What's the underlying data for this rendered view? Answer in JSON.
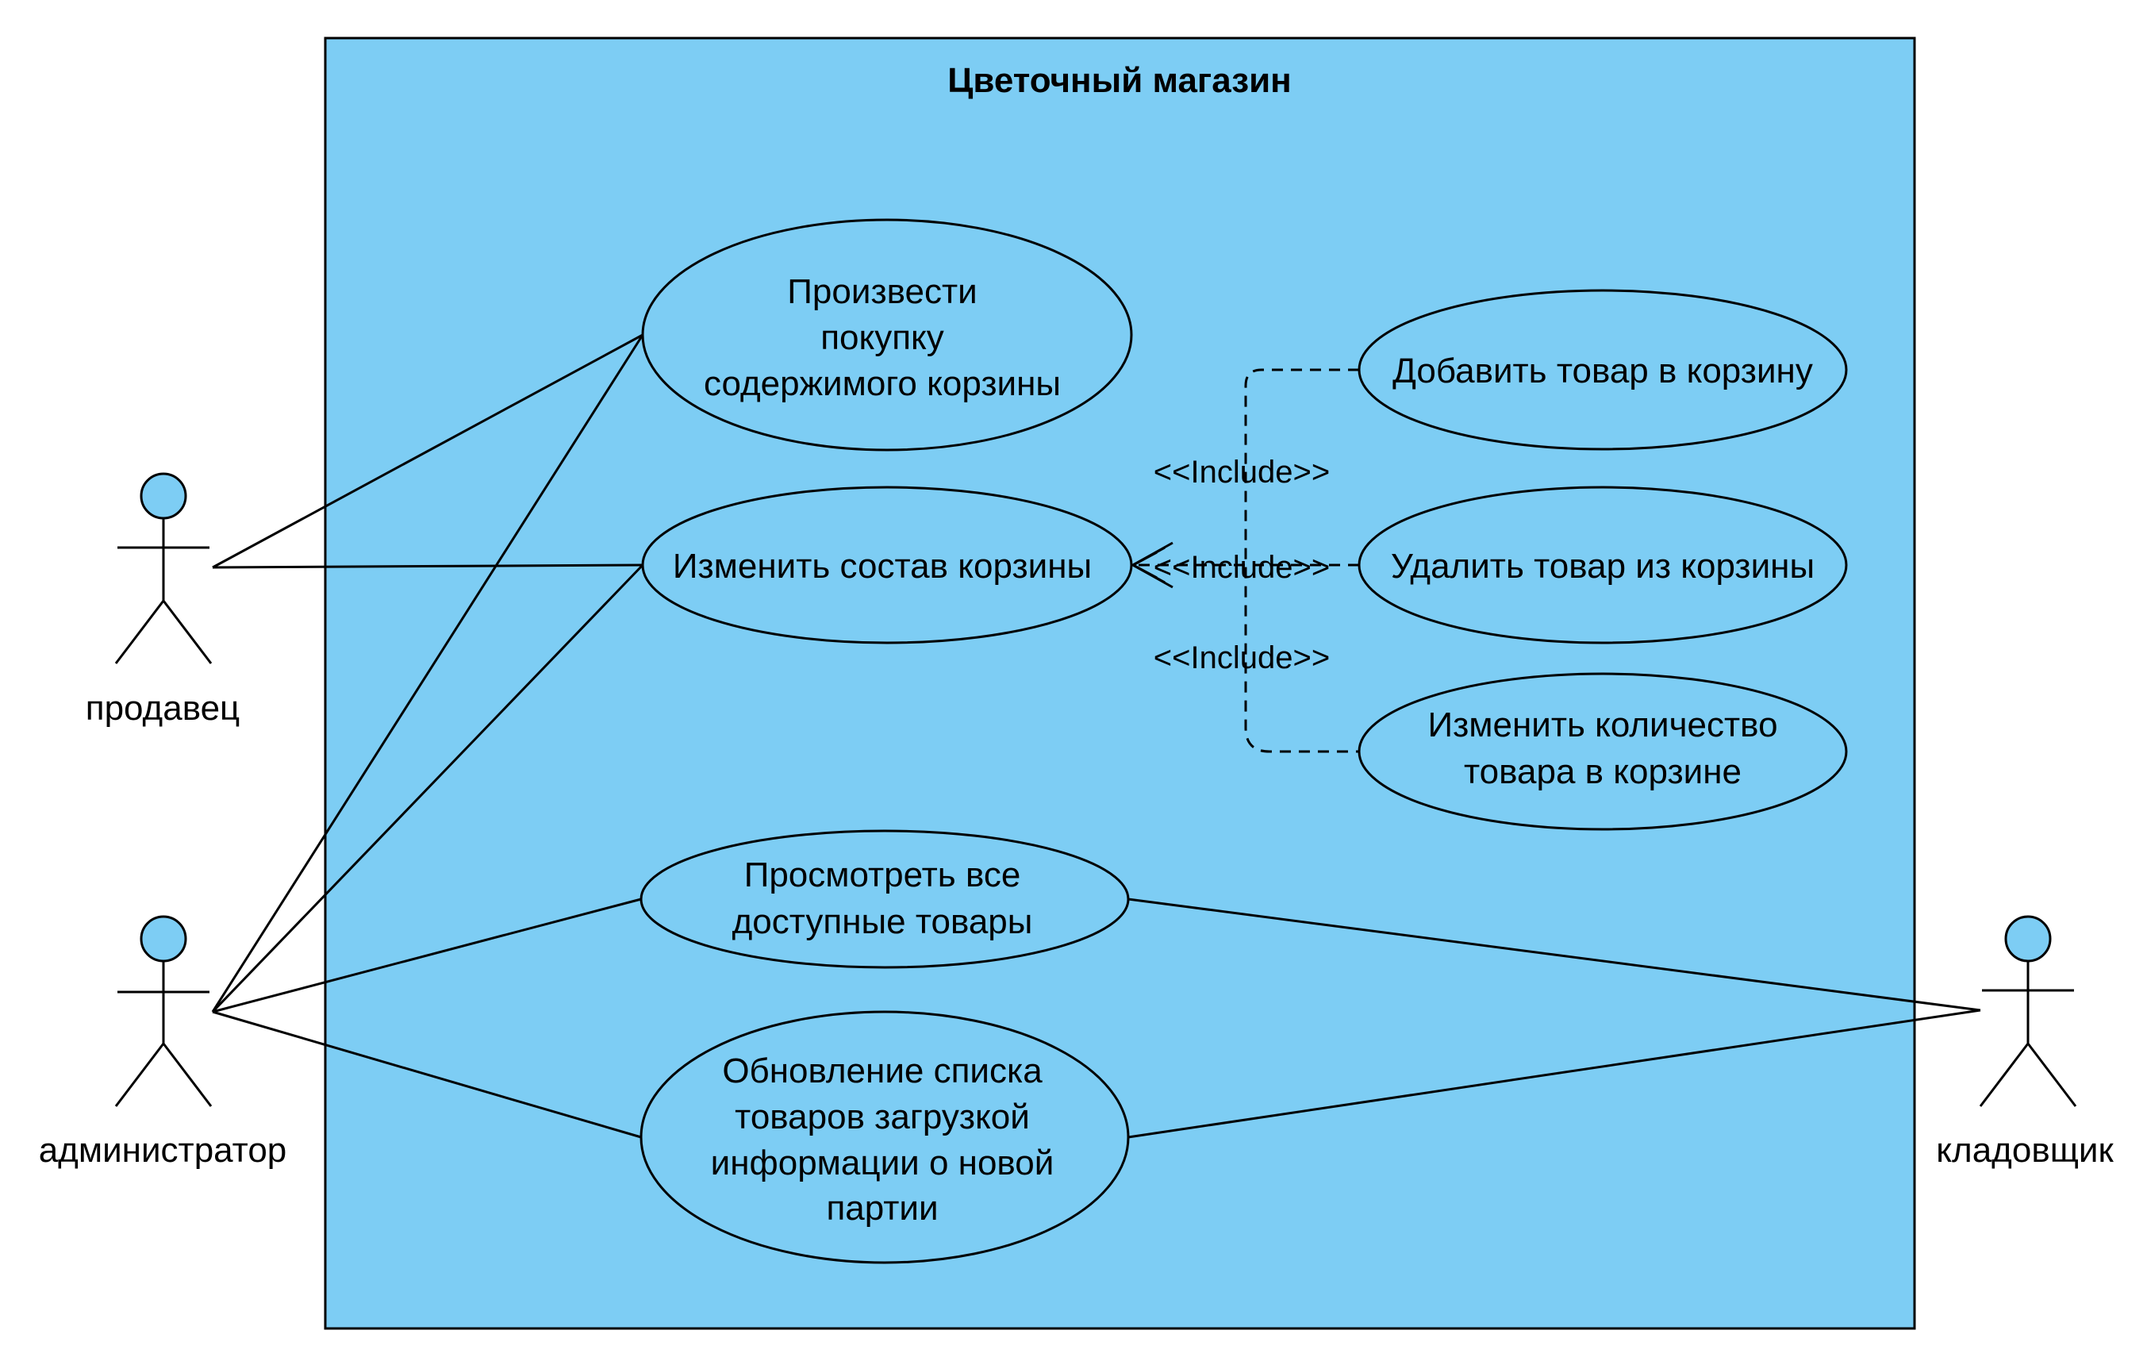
{
  "diagram": {
    "system_title": "Цветочный магазин",
    "colors": {
      "system_fill": "#7dcdf4",
      "usecase_fill": "#7dcdf4",
      "actor_head_fill": "#7dcdf4",
      "line": "#000000"
    },
    "actors": {
      "seller": "продавец",
      "admin": "администратор",
      "storekeeper": "кладовщик"
    },
    "use_cases": {
      "purchase": [
        "Произвести",
        "покупку",
        "содержимого корзины"
      ],
      "change_cart": [
        "Изменить состав корзины"
      ],
      "add_item": [
        "Добавить товар в корзину"
      ],
      "remove_item": [
        "Удалить товар из корзины"
      ],
      "change_qty": [
        "Изменить количество",
        "товара в корзине"
      ],
      "view_products": [
        "Просмотреть все",
        "доступные товары"
      ],
      "update_list": [
        "Обновление списка",
        "товаров загрузкой",
        "информации о новой",
        "партии"
      ]
    },
    "relations": {
      "include_label": "<<Include>>"
    }
  }
}
